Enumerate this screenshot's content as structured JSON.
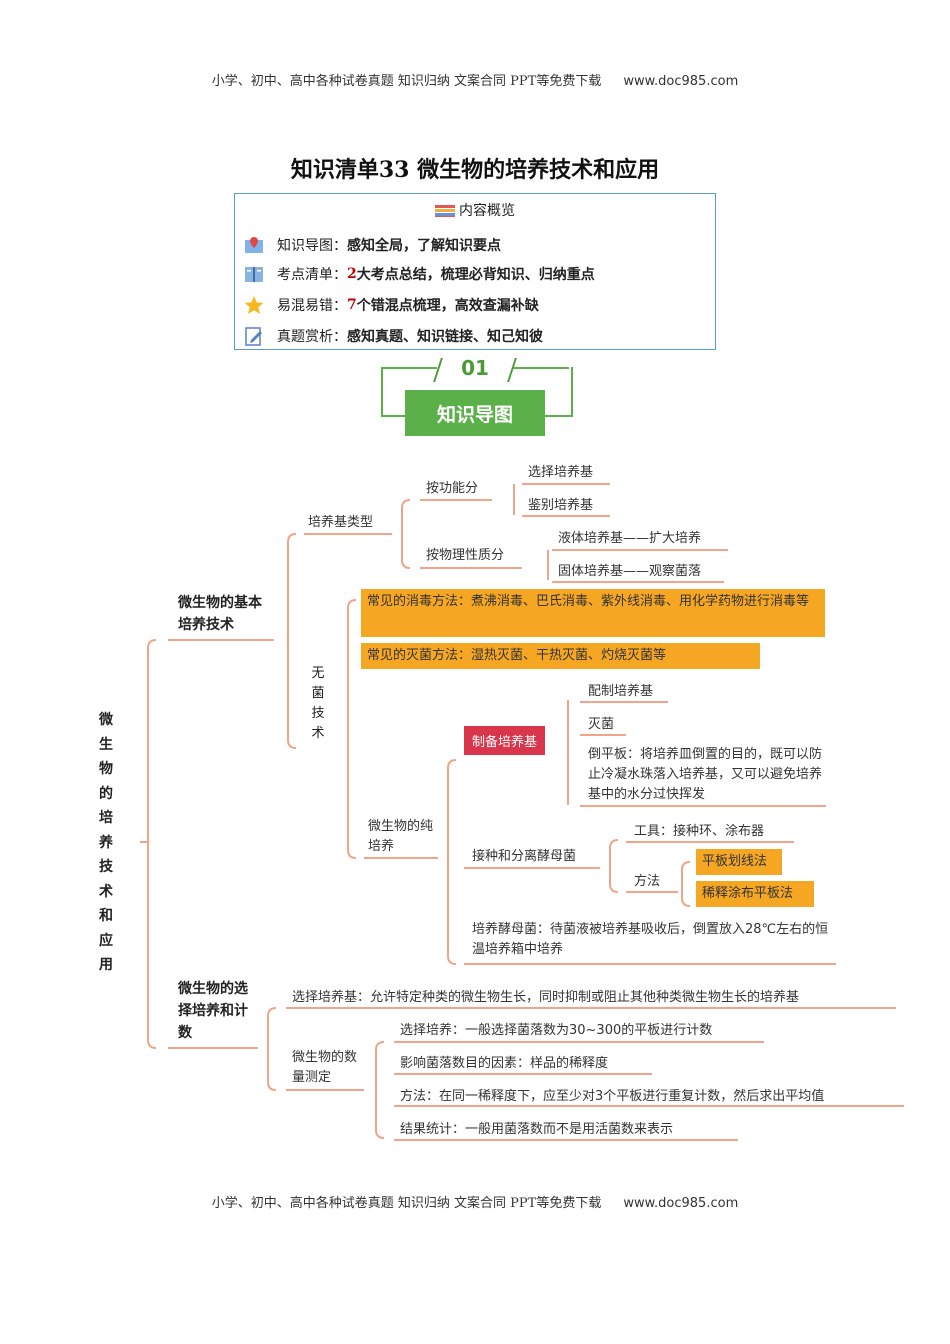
{
  "header": {
    "text": "小学、初中、高中各种试卷真题  知识归纳  文案合同  PPT等免费下载",
    "site": "www.doc985.com"
  },
  "footer": {
    "text": "小学、初中、高中各种试卷真题  知识归纳  文案合同  PPT等免费下载",
    "site": "www.doc985.com"
  },
  "title": "知识清单33 微生物的培养技术和应用",
  "overview": {
    "heading": "内容概览",
    "items": [
      {
        "key": "知识导图：",
        "num": "",
        "value": "感知全局，了解知识要点"
      },
      {
        "key": "考点清单：",
        "num": "2",
        "value": "大考点总结，梳理必背知识、归纳重点"
      },
      {
        "key": "易混易错：",
        "num": "7",
        "value": "个错混点梳理，高效查漏补缺"
      },
      {
        "key": "真题赏析：",
        "num": "",
        "value": "感知真题、知识链接、知己知彼"
      }
    ]
  },
  "section": {
    "num": "01",
    "label": "知识导图"
  },
  "mindmap": {
    "root": "微生物的培养技术和应用",
    "branch1": "微生物的基本培养技术",
    "b1_type": "培养基类型",
    "by_function": "按功能分",
    "selective_medium": "选择培养基",
    "differential_medium": "鉴别培养基",
    "by_physical": "按物理性质分",
    "liquid_medium": "液体培养基——扩大培养",
    "solid_medium": "固体培养基——观察菌落",
    "aseptic": "无菌技术",
    "disinfect": "常见的消毒方法：煮沸消毒、巴氏消毒、紫外线消毒、用化学药物进行消毒等",
    "sterilize": "常见的灭菌方法：湿热灭菌、干热灭菌、灼烧灭菌等",
    "pure_culture": "微生物的纯培养",
    "prepare_medium": "制备培养基",
    "make_medium": "配制培养基",
    "sterilization": "灭菌",
    "pour_plate": "倒平板：将培养皿倒置的目的，既可以防止冷凝水珠落入培养基，又可以避免培养基中的水分过快挥发",
    "inoculate": "接种和分离酵母菌",
    "tools": "工具：接种环、涂布器",
    "method": "方法",
    "streak": "平板划线法",
    "spread": "稀释涂布平板法",
    "culture_yeast": "培养酵母菌：待菌液被培养基吸收后，倒置放入28℃左右的恒温培养箱中培养",
    "branch2": "微生物的选择培养和计数",
    "selective_def": "选择培养基：允许特定种类的微生物生长，同时抑制或阻止其他种类微生物生长的培养基",
    "count": "微生物的数量测定",
    "select_culture": "选择培养：一般选择菌落数为30~300的平板进行计数",
    "factor": "影响菌落数目的因素：样品的稀释度",
    "method2": "方法：在同一稀释度下，应至少对3个平板进行重复计数，然后求出平均值",
    "result": "结果统计：一般用菌落数而不是用活菌数来表示"
  }
}
